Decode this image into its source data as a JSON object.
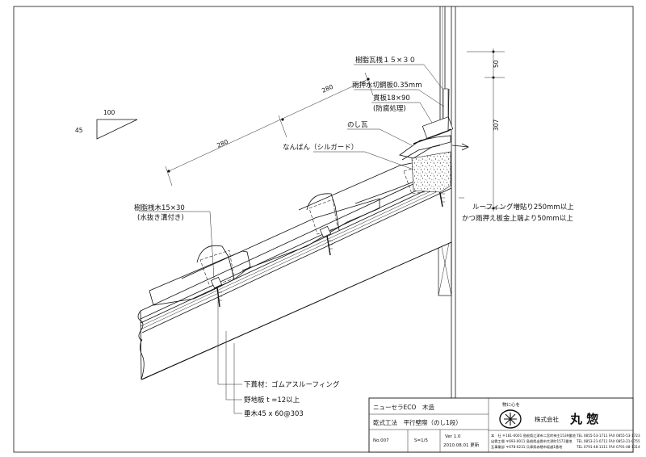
{
  "dimensions": {
    "slope_rise": "45",
    "slope_run": "100",
    "pitch_1": "280",
    "pitch_2": "280",
    "top_50": "50",
    "height_307": "307"
  },
  "labels": {
    "resin_batten": "樹脂瓦桟１５×３０",
    "flashing": "雨押水切鋼板0.35mm",
    "nuki_board": "貫板18×90",
    "nuki_note": "(防腐処理)",
    "noshi_tile": "のし瓦",
    "nanban": "なんばん（シルガード）",
    "batten_left": "樹脂桟木15×30",
    "batten_left_note": "(水抜き溝付き)",
    "roofing_note_1": "ルーフィング増貼り250mm以上",
    "roofing_note_2": "かつ雨押え板金上端より50mm以上",
    "underlay": "下葺材：ゴムアスルーフィング",
    "sheathing": "野地板 t =12以上",
    "rafter": "垂木45 x 60@303"
  },
  "title_block": {
    "product": "ニューセラECO　木造",
    "method": "乾式工法　平行壁際（のし1段）",
    "drawing_no": "No.007",
    "scale": "S=1/5",
    "version": "Ver 1.0",
    "updated": "2010.08.01 更新",
    "company_slogan": "物に心を",
    "company_prefix": "株式会社",
    "company_name": "丸 惣",
    "addr_1": "本　社 〒181-0001 島根県江津市二宮町神主1539番地",
    "addr_2": "出雲工場 〒693-0011 島根県出雲市大津町1572番地",
    "addr_3": "瓦事業部 〒678-0231 兵庫県赤穂市坂越1番地",
    "tel_1": "TEL 0855-53-1711 FAX 0855-53-1723",
    "tel_2": "TEL 0853-21-0711 FAX 0853-21-0755",
    "tel_3": "TEL 0791-48-1311 FAX 0791-48-1314"
  }
}
